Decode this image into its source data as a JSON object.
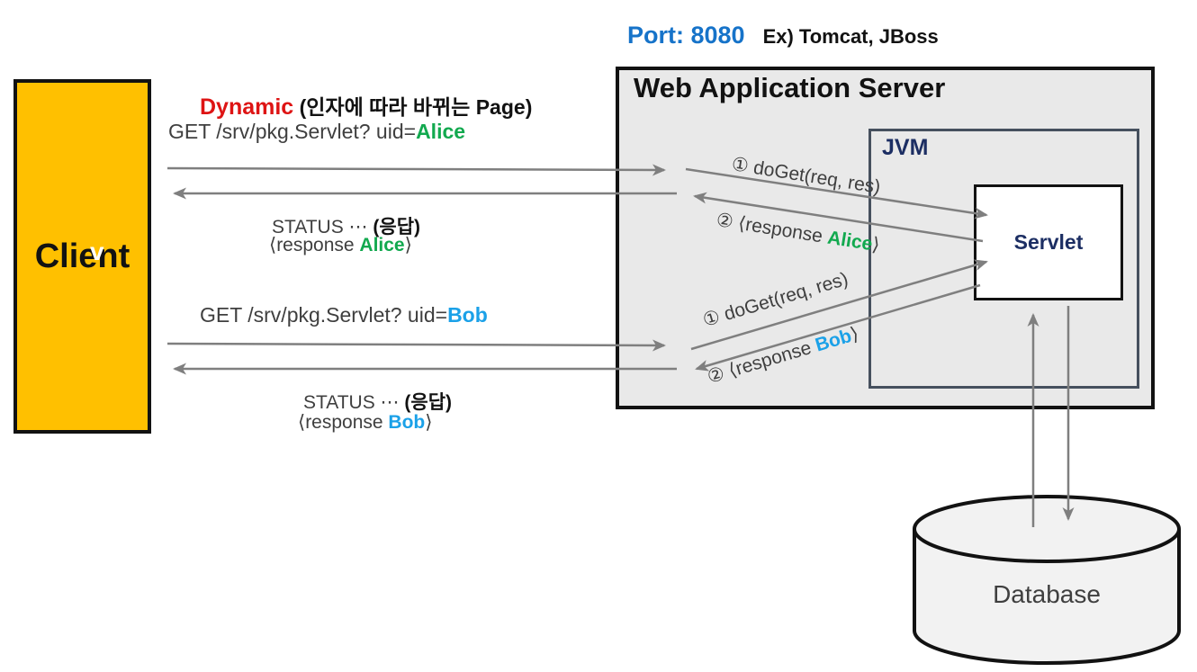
{
  "colors": {
    "client_fill": "#FFC000",
    "server_fill": "#E9E9E9",
    "database_fill": "#F2F2F2",
    "navy_label": "#1C2E63",
    "jvm_border": "#46505E",
    "dynamic_red": "#DE1414",
    "alice_green": "#12A94F",
    "port_blue": "#1673C9",
    "bob_blue": "#1BA1E8",
    "arrow_gray": "#7F7F7F",
    "text_gray": "#3F3F3F"
  },
  "header": {
    "port": "Port: 8080",
    "examples": "Ex) Tomcat, JBoss"
  },
  "client": {
    "label": "Client",
    "cursor": "v"
  },
  "server": {
    "title": "Web Application Server",
    "jvm": "JVM",
    "servlet": "Servlet"
  },
  "database": {
    "label": "Database"
  },
  "alice": {
    "dynamic": "Dynamic",
    "dynamic_note": "(인자에 따라 바뀌는 Page)",
    "request_prefix": "GET /srv/pkg.Servlet? uid=",
    "user": "Alice",
    "status_prefix": "STATUS ⋯ ",
    "status_bold": "(응답)",
    "response_prefix": "⟨response ",
    "response_suffix": "⟩",
    "doget": "① doGet(req, res)",
    "response_step_prefix": "② ⟨response "
  },
  "bob": {
    "request_prefix": "GET /srv/pkg.Servlet? uid=",
    "user": "Bob",
    "status_prefix": "STATUS ⋯ ",
    "status_bold": "(응답)",
    "response_prefix": "⟨response ",
    "response_suffix": "⟩",
    "doget": "① doGet(req, res)",
    "response_step_prefix": "② ⟨response "
  }
}
